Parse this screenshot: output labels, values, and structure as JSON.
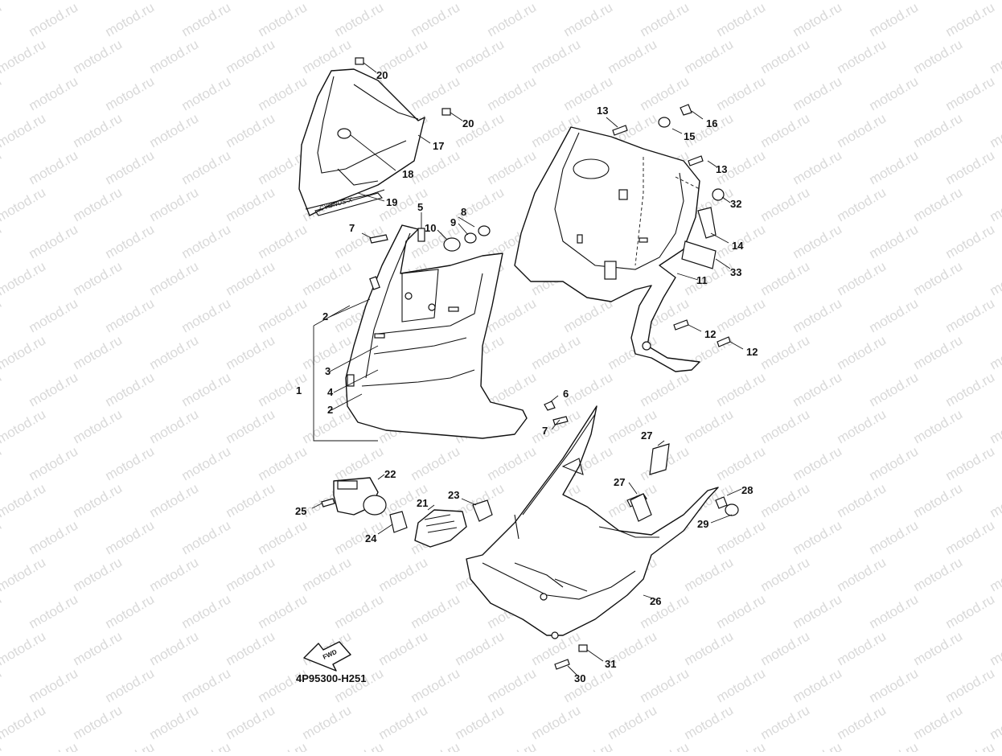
{
  "diagram": {
    "code": "4P95300-H251",
    "watermark": "motod.ru",
    "fwd_label": "FWD",
    "logo_text": "CYGNUS-X",
    "callouts": {
      "c1": "1",
      "c2a": "2",
      "c2b": "2",
      "c3": "3",
      "c4": "4",
      "c5": "5",
      "c6": "6",
      "c7a": "7",
      "c7b": "7",
      "c8": "8",
      "c9": "9",
      "c10": "10",
      "c11": "11",
      "c12a": "12",
      "c12b": "12",
      "c13a": "13",
      "c13b": "13",
      "c14": "14",
      "c15": "15",
      "c16": "16",
      "c17": "17",
      "c18": "18",
      "c19": "19",
      "c20a": "20",
      "c20b": "20",
      "c21": "21",
      "c22": "22",
      "c23": "23",
      "c24": "24",
      "c25": "25",
      "c26": "26",
      "c27a": "27",
      "c27b": "27",
      "c28": "28",
      "c29": "29",
      "c30": "30",
      "c31": "31",
      "c32": "32",
      "c33": "33"
    }
  }
}
